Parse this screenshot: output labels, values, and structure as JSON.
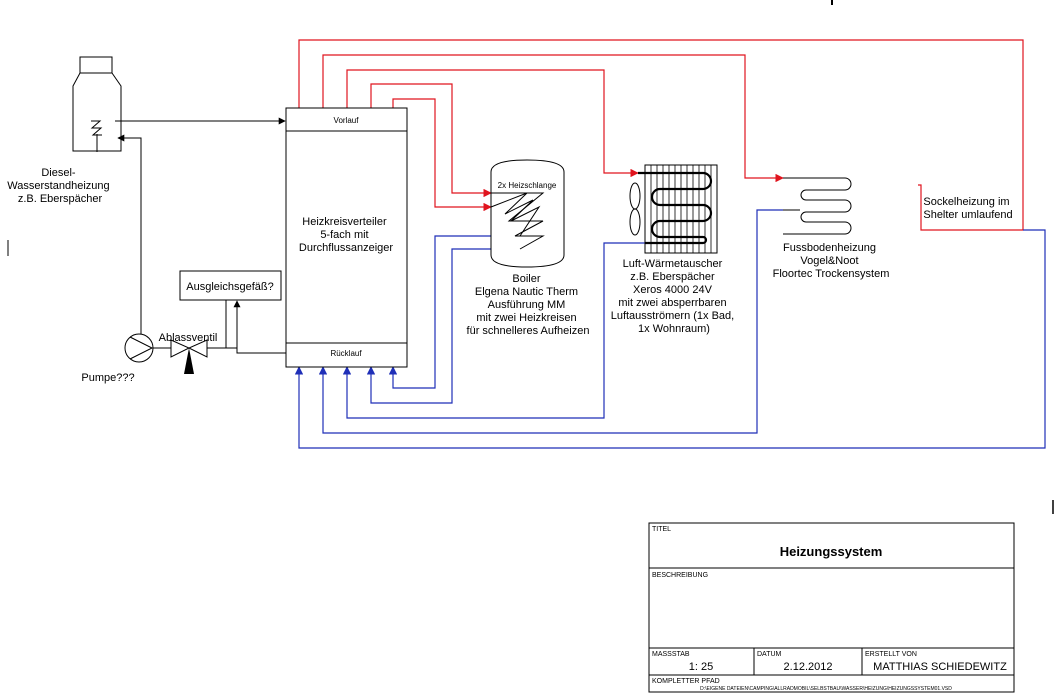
{
  "components": {
    "heater": {
      "lines": [
        "Diesel-",
        "Wasserstandheizung",
        "z.B. Eberspächer"
      ]
    },
    "distributor": {
      "lines": [
        "Heizkreisverteiler",
        "5-fach mit",
        "Durchflussanzeiger"
      ],
      "supply_label": "Vorlauf",
      "return_label": "Rücklauf"
    },
    "boiler": {
      "coil_label": "2x Heizschlange",
      "lines": [
        "Boiler",
        "Elgena Nautic Therm",
        "Ausführung MM",
        "mit zwei Heizkreisen",
        "für schnelleres Aufheizen"
      ]
    },
    "heat_exchanger": {
      "lines": [
        "Luft-Wärmetauscher",
        "z.B. Eberspächer",
        "Xeros 4000 24V",
        "mit zwei absperrbaren",
        "Luftausströmern (1x Bad,",
        "1x Wohnraum)"
      ]
    },
    "floor_heating": {
      "lines": [
        "Fussbodenheizung",
        "Vogel&Noot",
        "Floortec Trockensystem"
      ]
    },
    "skirting_heating": {
      "lines": [
        "Sockelheizung im",
        "Shelter umlaufend"
      ]
    },
    "expansion_tank": {
      "label": "Ausgleichsgefäß?"
    },
    "drain_valve": {
      "label": "Ablassventil"
    },
    "pump": {
      "label": "Pumpe???"
    }
  },
  "title_block": {
    "title_caption": "TITEL",
    "title": "Heizungssystem",
    "description_caption": "BESCHREIBUNG",
    "description": "",
    "scale_caption": "MASSSTAB",
    "scale": "1: 25",
    "date_caption": "DATUM",
    "date": "2.12.2012",
    "author_caption": "ERSTELLT VON",
    "author": "MATTHIAS SCHIEDEWITZ",
    "path_caption": "KOMPLETTER PFAD",
    "path": "D:\\EIGENE DATEIEN\\CAMPING\\ALLRADMOBIL\\SELBSTBAU\\WASSER\\HEIZUNG\\HEIZUNGSSYSTEM01.VSD"
  },
  "colors": {
    "supply": "#e0141e",
    "return": "#1f2fb8",
    "line": "#000000"
  }
}
